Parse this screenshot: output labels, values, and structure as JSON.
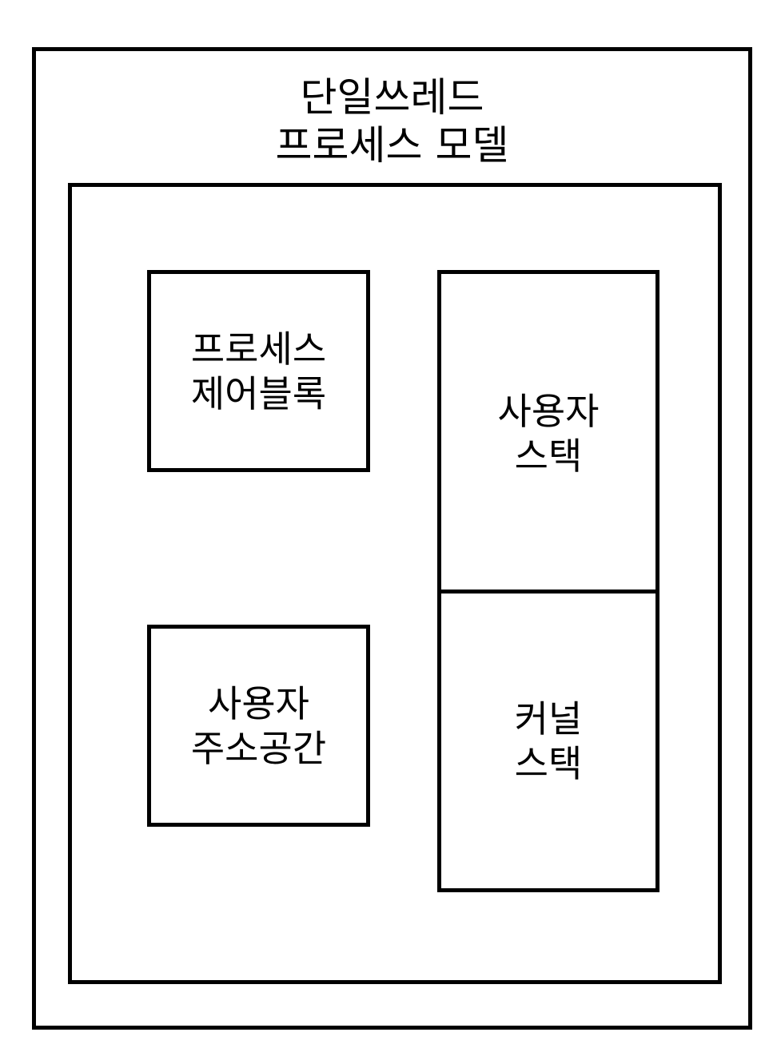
{
  "diagram": {
    "title_lines": [
      "단일쓰레드",
      "프로세스 모델"
    ],
    "blocks": {
      "process_control_block": [
        "프로세스",
        "제어블록"
      ],
      "user_address_space": [
        "사용자",
        "주소공간"
      ],
      "user_stack": [
        "사용자",
        "스택"
      ],
      "kernel_stack": [
        "커널",
        "스택"
      ]
    }
  }
}
